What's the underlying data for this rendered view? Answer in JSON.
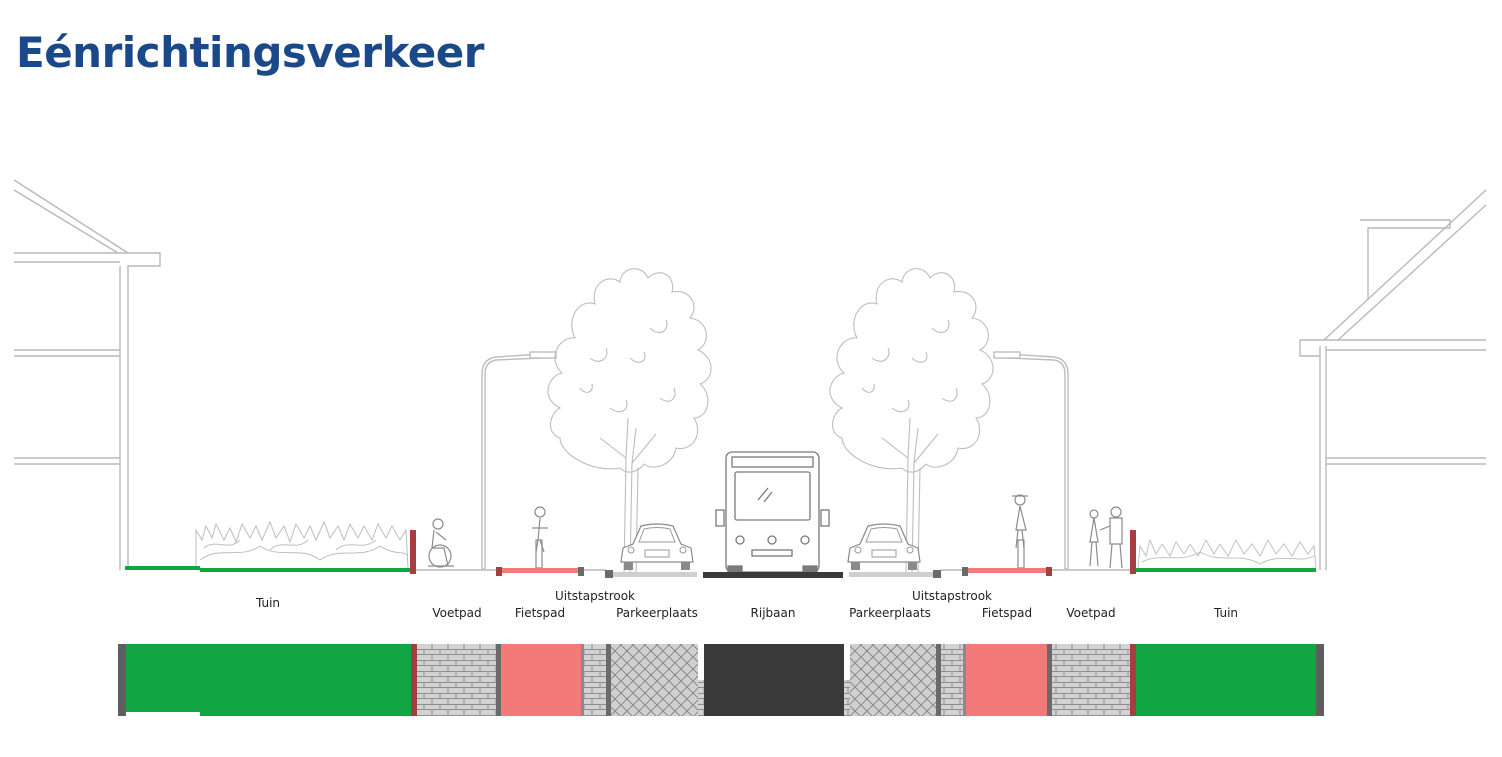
{
  "title": "Eénrichtingsverkeer",
  "colors": {
    "title": "#1a4889",
    "garden": "#12a544",
    "bike_path": "#f47a7a",
    "road": "#3a3a3a",
    "paving": "#c9c9c9",
    "curb_wall": "#a14040",
    "edge": "#5e5e5e",
    "line": "#b9b9b9"
  },
  "labels": {
    "tuin_left": "Tuin",
    "voetpad_left": "Voetpad",
    "fietspad_left": "Fietspad",
    "uitstapstrook_left": "Uitstapstrook",
    "parkeerplaats_left": "Parkeerplaats",
    "rijbaan": "Rijbaan",
    "parkeerplaats_right": "Parkeerplaats",
    "uitstapstrook_right": "Uitstapstrook",
    "fietspad_right": "Fietspad",
    "voetpad_right": "Voetpad",
    "tuin_right": "Tuin"
  }
}
